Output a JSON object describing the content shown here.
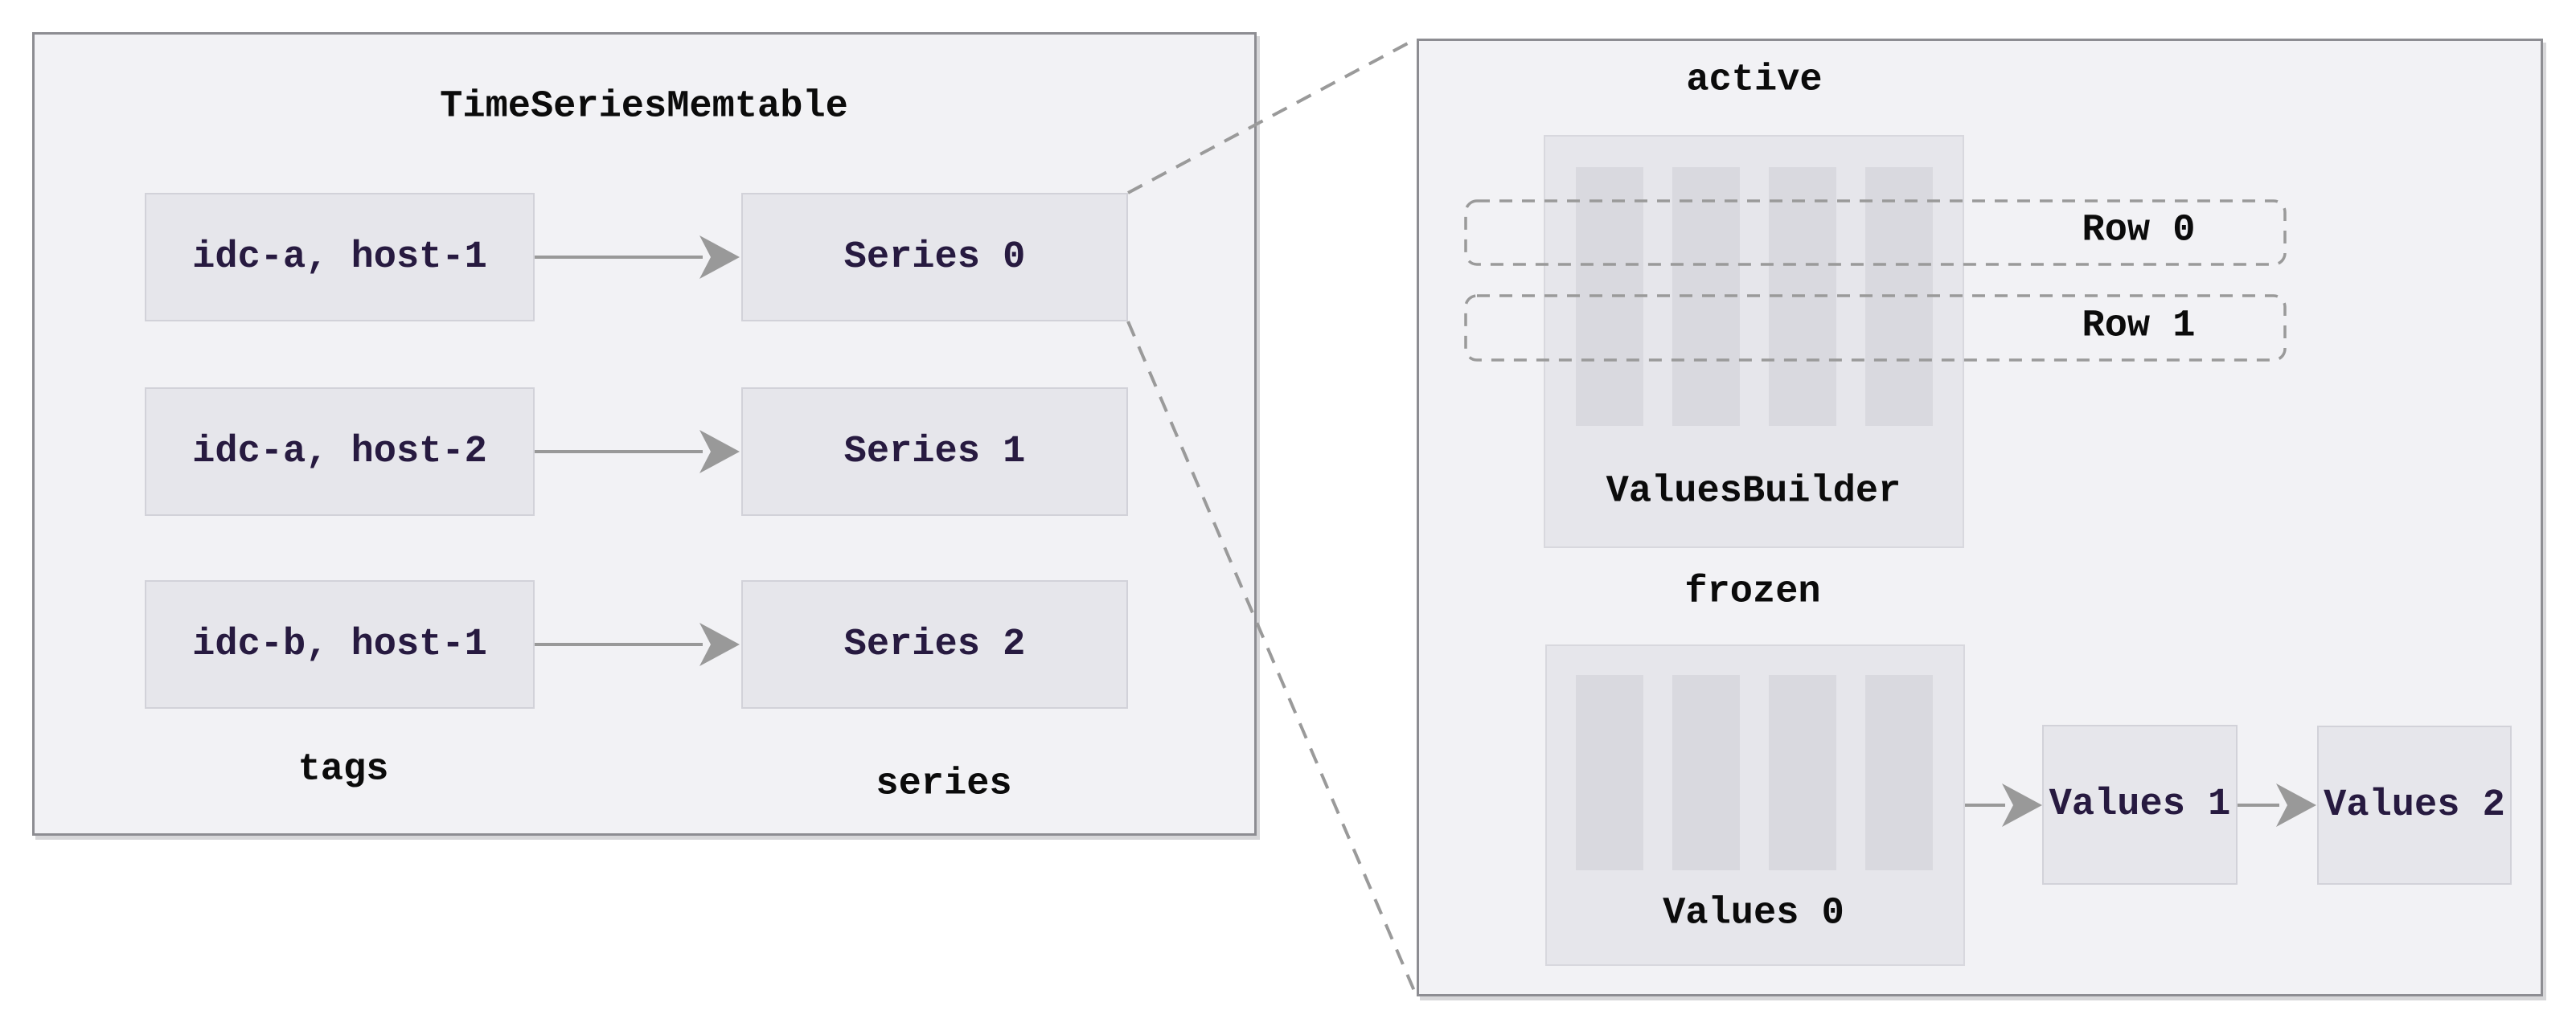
{
  "left_panel": {
    "title": "TimeSeriesMemtable",
    "columns": {
      "tags_label": "tags",
      "series_label": "series"
    },
    "rows": [
      {
        "tag": "idc-a, host-1",
        "series": "Series 0"
      },
      {
        "tag": "idc-a, host-2",
        "series": "Series 1"
      },
      {
        "tag": "idc-b, host-1",
        "series": "Series 2"
      }
    ]
  },
  "right_panel": {
    "active_label": "active",
    "frozen_label": "frozen",
    "values_builder": {
      "label": "ValuesBuilder"
    },
    "row_overlays": [
      {
        "label": "Row 0"
      },
      {
        "label": "Row 1"
      }
    ],
    "values": [
      {
        "label": "Values 0"
      },
      {
        "label": "Values 1"
      },
      {
        "label": "Values 2"
      }
    ]
  },
  "colors": {
    "panel_fill": "#f2f2f5",
    "panel_border": "#8d8d92",
    "node_fill": "#e6e6eb",
    "node_border": "#d2d2d9",
    "bar_fill": "#d9d9df",
    "arrow": "#999999",
    "dashed_line": "#9a9a9a",
    "container_label_text": "#0b0b0b",
    "node_label_text": "#271a40"
  }
}
